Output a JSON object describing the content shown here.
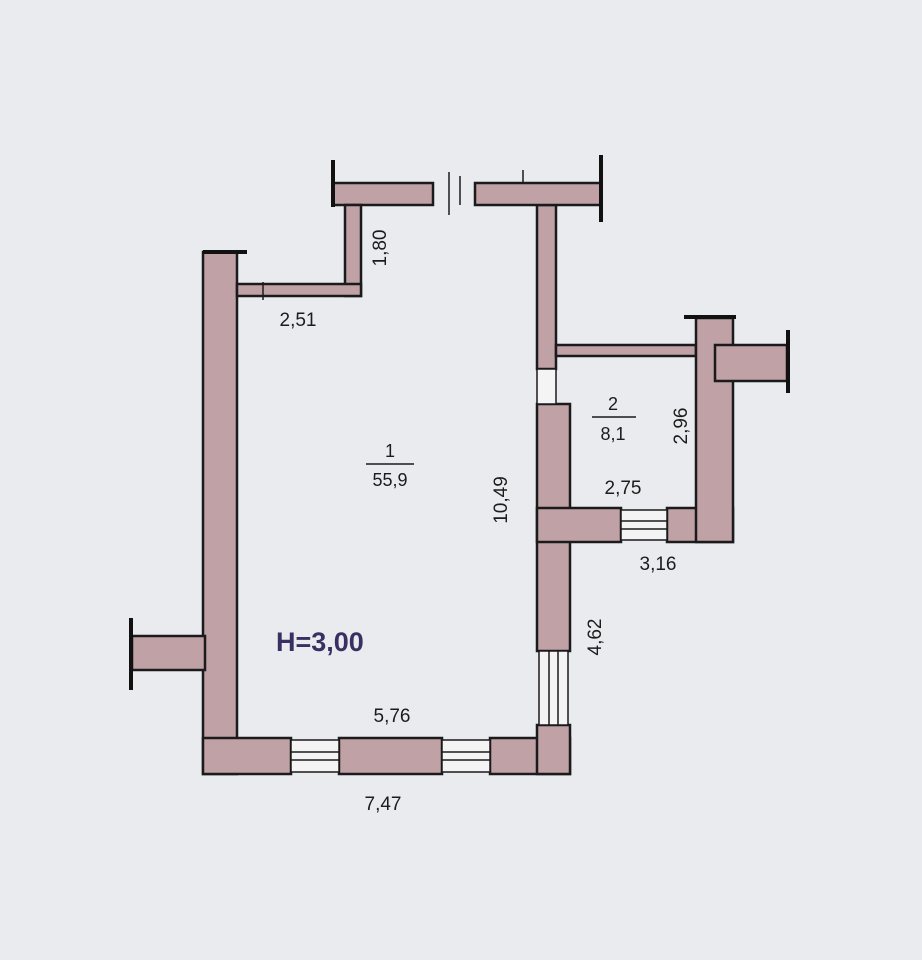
{
  "rooms": [
    {
      "number": "1",
      "area": "55,9"
    },
    {
      "number": "2",
      "area": "8,1"
    }
  ],
  "ceiling_height": "H=3,00",
  "dimensions": {
    "d_1_80": "1,80",
    "d_2_51": "2,51",
    "d_10_49": "10,49",
    "d_2_96": "2,96",
    "d_2_75": "2,75",
    "d_3_16": "3,16",
    "d_4_62": "4,62",
    "d_5_76": "5,76",
    "d_7_47": "7,47"
  },
  "colors": {
    "wall_fill": "#bfa1a6",
    "paper": "#e9ebee",
    "height_text": "#3a2f62"
  }
}
